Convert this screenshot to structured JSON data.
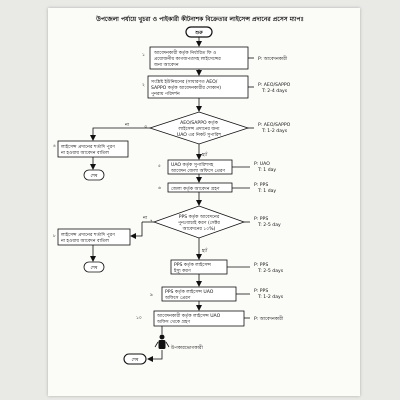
{
  "title": "উপজেলা পর্যায়ে খুচরা ও পাইকারী কীটনাশক বিক্রেতার লাইসেন্স প্রদানের প্রসেস ম্যাপঃ",
  "colors": {
    "ink": "#111111",
    "paper": "#fbfbf8",
    "page": "#e9e9e6"
  },
  "nodes": {
    "start": "শুরু",
    "n1_l1": "আবেদনকারী কর্তৃক নির্ধারিত ফি ও",
    "n1_l2": "প্রয়োজনীয় কাগজপত্রসহ লাইসেন্সের",
    "n1_l3": "জন্য আবেদন",
    "n2_l1": "সংশ্লিষ্ট ইউনিয়নের (সাধারণত AEO/",
    "n2_l2": "SAPPO কর্তৃক আবেদনকারীর দোকান)",
    "n2_l3": "পুনরায় পরিদর্শন",
    "d1_l1": "AEO/SAPPO কর্তৃক",
    "d1_l2": "লাইসেন্স প্রদানের জন্য",
    "d1_l3": "UAO এর নিকট সুপারিশ",
    "rej1_l1": "লাইসেন্স প্রদানের শর্তাদি পুরণ",
    "rej1_l2": "না হওয়ায় আবেদন বাতিল",
    "end1": "শেষ",
    "n3_l1": "UAO কর্তৃক সুপারিশসহ",
    "n3_l2": "আবেদন জেলা অফিসে প্রেরণ",
    "n4": "জেলা কর্তৃক আবেদন গ্রহণ",
    "d2_l1": "PPS কর্তৃক আবেদনের",
    "d2_l2": "পুনঃযাচাই করণ (সেক্টর",
    "d2_l3": "আবেদনের ১০%)",
    "rej2_l1": "লাইসেন্স প্রদানের শর্তাদি পুরণ",
    "rej2_l2": "না হওয়ায় আবেদন বাতিল",
    "end2": "শেষ",
    "n5_l1": "PPS কর্তৃক লাইসেন্স",
    "n5_l2": "ইস্যু করণ",
    "n6_l1": "PPS কর্তৃক লাইসেন্স UAO",
    "n6_l2": "অফিসে প্রেরণ",
    "n7_l1": "আবেদনকারী কর্তৃক লাইসেন্স UAO",
    "n7_l2": "অফিস থেকে গ্রহণ",
    "person": "উপকারভোগকারী",
    "end3": "শেষ"
  },
  "steps": {
    "s1": "১",
    "s2": "২",
    "s3": "৩",
    "s4": "৪",
    "s5": "৫",
    "s6": "৬",
    "s7": "৭",
    "s8": "৮",
    "s9": "৯",
    "s10": "১০"
  },
  "flow_labels": {
    "yes1": "হ্যাঁ",
    "no1": "না",
    "yes2": "হ্যাঁ",
    "no2": "না"
  },
  "side_notes": {
    "a1_p": "P: আবেদনকারী",
    "a2_p": "P: AEO/SAPPO",
    "a2_t": "T: 2-4 days",
    "a3_p": "P: AEO/SAPPO",
    "a3_t": "T: 1-2 days",
    "a4_p": "P: UAO",
    "a4_t": "T: 1 day",
    "a5_p": "P: PPS",
    "a5_t": "T: 1 day",
    "a6_p": "P: PPS",
    "a6_t": "T: 2-5 day",
    "a7_p": "P: PPS",
    "a7_t": "T: 2-5 days",
    "a8_p": "P: PPS",
    "a8_t": "T: 1-2 days",
    "a9_p": "P: আবেদনকারী"
  }
}
